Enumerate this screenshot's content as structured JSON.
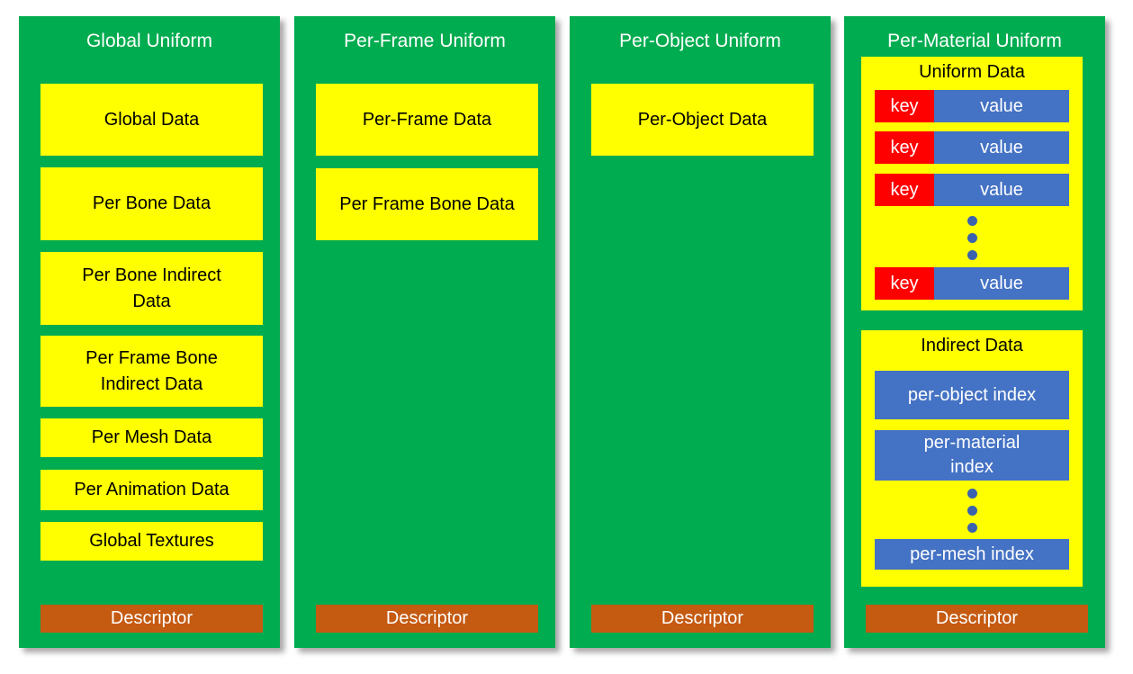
{
  "colors": {
    "panel_green": "#00AC50",
    "box_yellow": "#FFFF00",
    "key_red": "#FF0000",
    "value_blue": "#4472C4",
    "dot_blue": "#3A62AE",
    "descriptor_orange": "#C55A11",
    "panel_title_text": "#FFFFFF",
    "box_text": "#000000"
  },
  "columns": [
    {
      "title": "Global Uniform",
      "boxes": [
        "Global Data",
        "Per Bone Data",
        "Per Bone Indirect Data",
        "Per Frame Bone Indirect Data",
        "Per Mesh Data",
        "Per Animation Data",
        "Global Textures"
      ],
      "descriptor_label": "Descriptor"
    },
    {
      "title": "Per-Frame Uniform",
      "boxes": [
        "Per-Frame Data",
        "Per Frame Bone Data"
      ],
      "descriptor_label": "Descriptor"
    },
    {
      "title": "Per-Object Uniform",
      "boxes": [
        "Per-Object Data"
      ],
      "descriptor_label": "Descriptor"
    },
    {
      "title": "Per-Material Uniform",
      "uniform_data": {
        "title": "Uniform Data",
        "rows": [
          {
            "key": "key",
            "value": "value"
          },
          {
            "key": "key",
            "value": "value"
          },
          {
            "key": "key",
            "value": "value"
          },
          {
            "key": "key",
            "value": "value"
          }
        ]
      },
      "indirect_data": {
        "title": "Indirect Data",
        "items": [
          "per-object index",
          "per-material index",
          "per-mesh index"
        ]
      },
      "descriptor_label": "Descriptor"
    }
  ]
}
